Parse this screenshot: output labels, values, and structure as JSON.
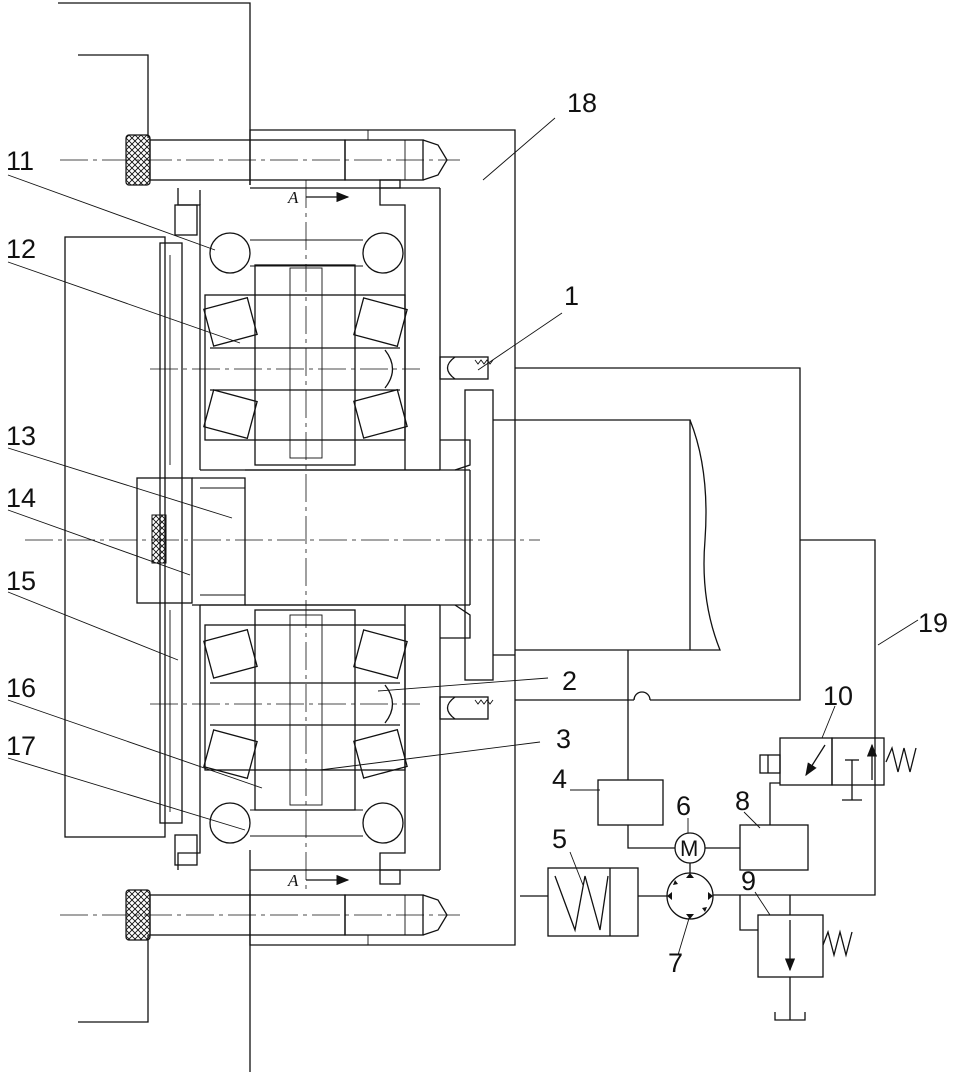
{
  "callouts": [
    {
      "id": "c1",
      "text": "1"
    },
    {
      "id": "c2",
      "text": "2"
    },
    {
      "id": "c3",
      "text": "3"
    },
    {
      "id": "c4",
      "text": "4"
    },
    {
      "id": "c5",
      "text": "5"
    },
    {
      "id": "c6",
      "text": "6"
    },
    {
      "id": "c7",
      "text": "7"
    },
    {
      "id": "c8",
      "text": "8"
    },
    {
      "id": "c9",
      "text": "9"
    },
    {
      "id": "c10",
      "text": "10"
    },
    {
      "id": "c11",
      "text": "11"
    },
    {
      "id": "c12",
      "text": "12"
    },
    {
      "id": "c13",
      "text": "13"
    },
    {
      "id": "c14",
      "text": "14"
    },
    {
      "id": "c15",
      "text": "15"
    },
    {
      "id": "c16",
      "text": "16"
    },
    {
      "id": "c17",
      "text": "17"
    },
    {
      "id": "c18",
      "text": "18"
    },
    {
      "id": "c19",
      "text": "19"
    }
  ],
  "section_marks": {
    "top": "A",
    "bottom": "A"
  },
  "motor_symbol": "M"
}
